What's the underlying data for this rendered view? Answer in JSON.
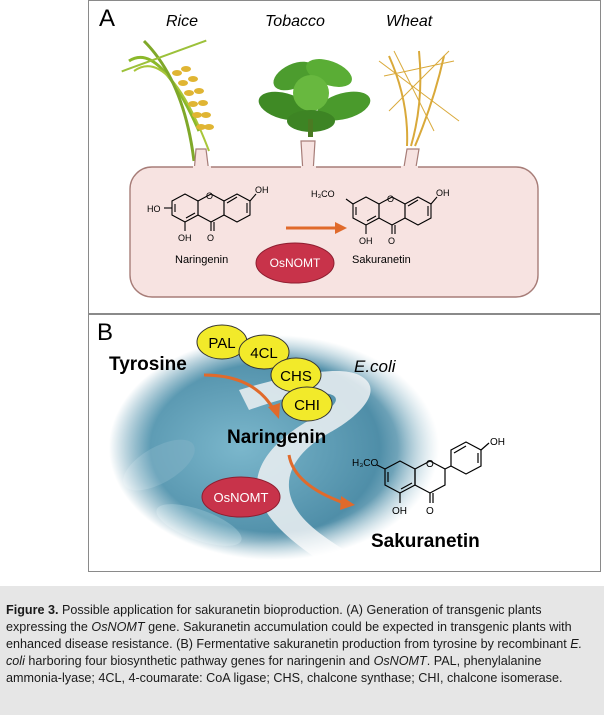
{
  "panel_a": {
    "label": "A",
    "plants": [
      "Rice",
      "Tobacco",
      "Wheat"
    ],
    "substrate": "Naringenin",
    "product": "Sakuranetin",
    "enzyme": "OsNOMT",
    "atoms": {
      "oh": "OH",
      "ho": "HO",
      "h3co": "H₃CO",
      "o": "O"
    }
  },
  "panel_b": {
    "label": "B",
    "tyrosine": "Tyrosine",
    "enzymes": [
      "PAL",
      "4CL",
      "CHS",
      "CHI"
    ],
    "organism": "E.coli",
    "naringenin": "Naringenin",
    "enzyme": "OsNOMT",
    "product": "Sakuranetin",
    "atoms": {
      "oh": "OH",
      "h3co": "H₃CO",
      "o": "O"
    }
  },
  "caption": {
    "fig_label": "Figure 3.",
    "s1": " Possible application for sakuranetin bioproduction. (A) Generation of transgenic plants expressing the ",
    "gene": "OsNOMT",
    "s2": " gene. Sakuranetin accumulation could be expected in transgenic plants with enhanced disease resistance. (B) Fermentative sakuranetin production from tyrosine by recombinant ",
    "ecoli": "E. coli",
    "s3": " harboring four biosynthetic pathway genes for naringenin and ",
    "gene2": "OsNOMT",
    "s4": ". PAL, phenylalanine ammonia-lyase; 4CL, 4-coumarate: CoA ligase; CHS, chalcone synthase; CHI, chalcone isomerase."
  },
  "colors": {
    "ellipse_red": "#c8334a",
    "enzyme_yellow": "#f2ea2a",
    "arrow_orange": "#e06a2b",
    "callout_pink": "#f7e3e1",
    "callout_border": "#a77d78",
    "ecoli_blue": "#5e9fb8"
  }
}
